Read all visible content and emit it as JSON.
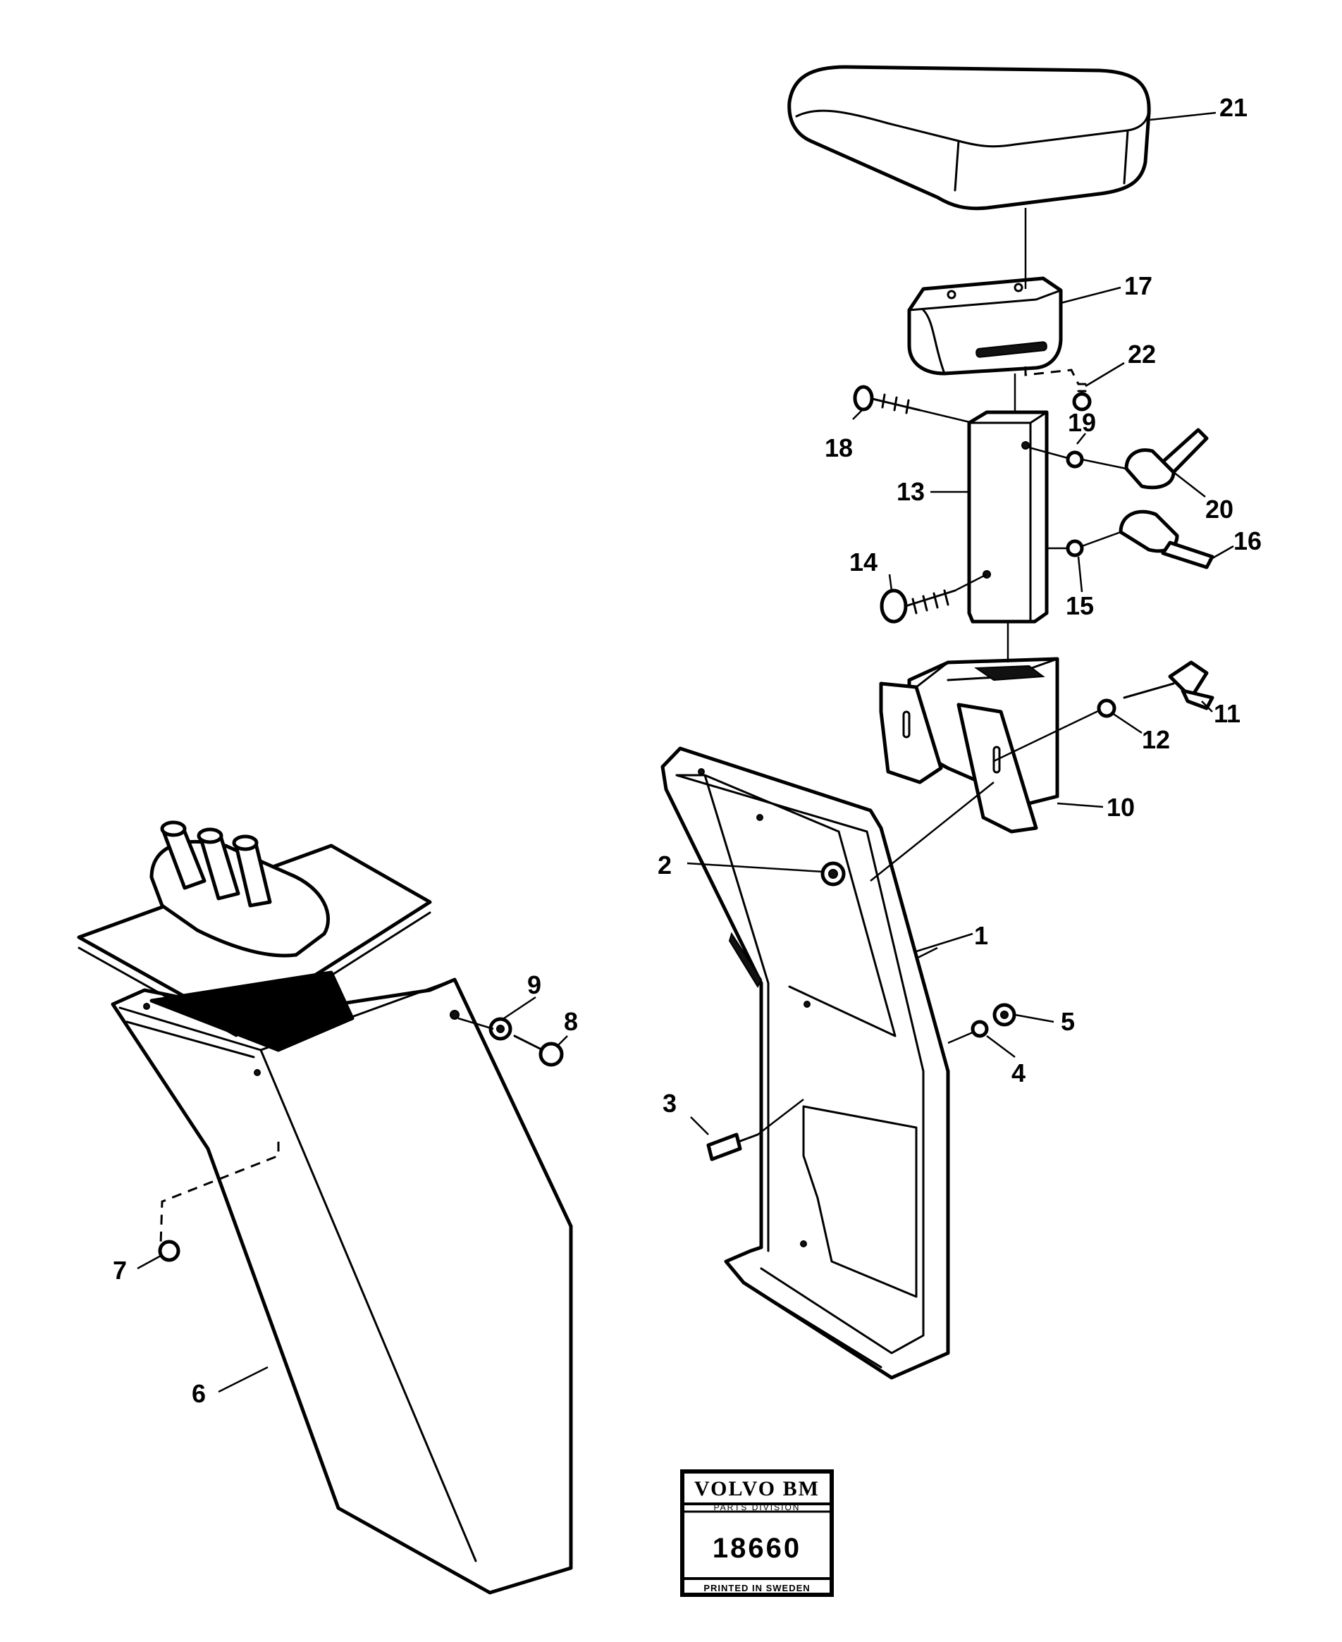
{
  "diagram": {
    "callouts": [
      "1",
      "2",
      "3",
      "4",
      "5",
      "6",
      "7",
      "8",
      "9",
      "10",
      "11",
      "12",
      "13",
      "14",
      "15",
      "16",
      "17",
      "18",
      "19",
      "20",
      "21",
      "22"
    ],
    "stamp": {
      "brand": "VOLVO BM",
      "division": "PARTS DIVISION",
      "number": "18660",
      "footer": "PRINTED IN SWEDEN"
    }
  }
}
